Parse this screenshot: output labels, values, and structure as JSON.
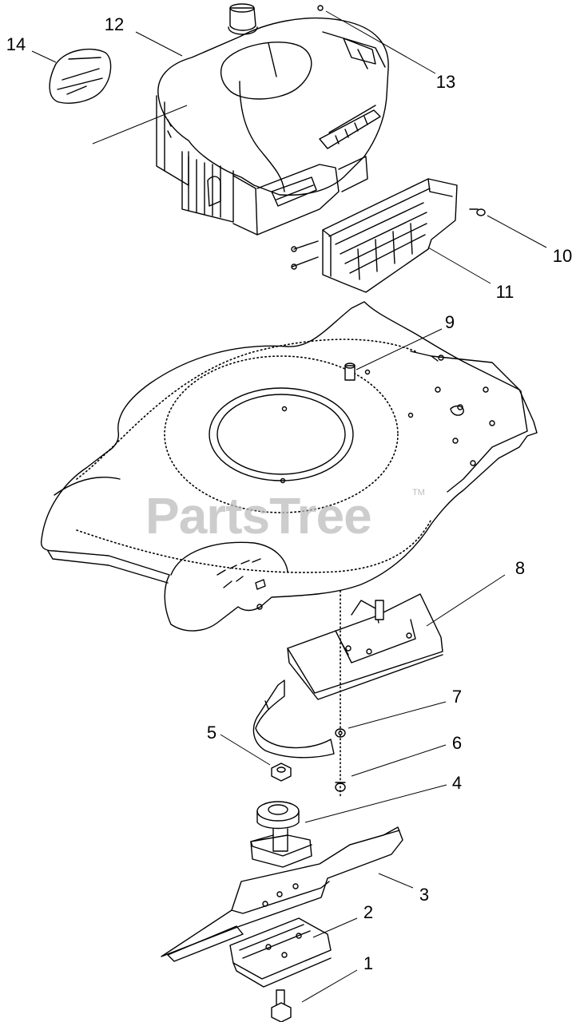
{
  "watermark": {
    "text": "PartsTree",
    "trademark": "TM"
  },
  "callouts": [
    {
      "id": "1",
      "label": "1"
    },
    {
      "id": "2",
      "label": "2"
    },
    {
      "id": "3",
      "label": "3"
    },
    {
      "id": "4",
      "label": "4"
    },
    {
      "id": "5",
      "label": "5"
    },
    {
      "id": "6",
      "label": "6"
    },
    {
      "id": "7",
      "label": "7"
    },
    {
      "id": "8",
      "label": "8"
    },
    {
      "id": "9",
      "label": "9"
    },
    {
      "id": "10",
      "label": "10"
    },
    {
      "id": "11",
      "label": "11"
    },
    {
      "id": "12",
      "label": "12"
    },
    {
      "id": "13",
      "label": "13"
    },
    {
      "id": "14",
      "label": "14"
    }
  ],
  "parts": [
    "engine",
    "decal",
    "screw",
    "debris-guard",
    "bolt",
    "deck",
    "baffle",
    "washer",
    "nut",
    "key",
    "blade-adapter",
    "blade",
    "blade-stiffener",
    "blade-bolt"
  ]
}
